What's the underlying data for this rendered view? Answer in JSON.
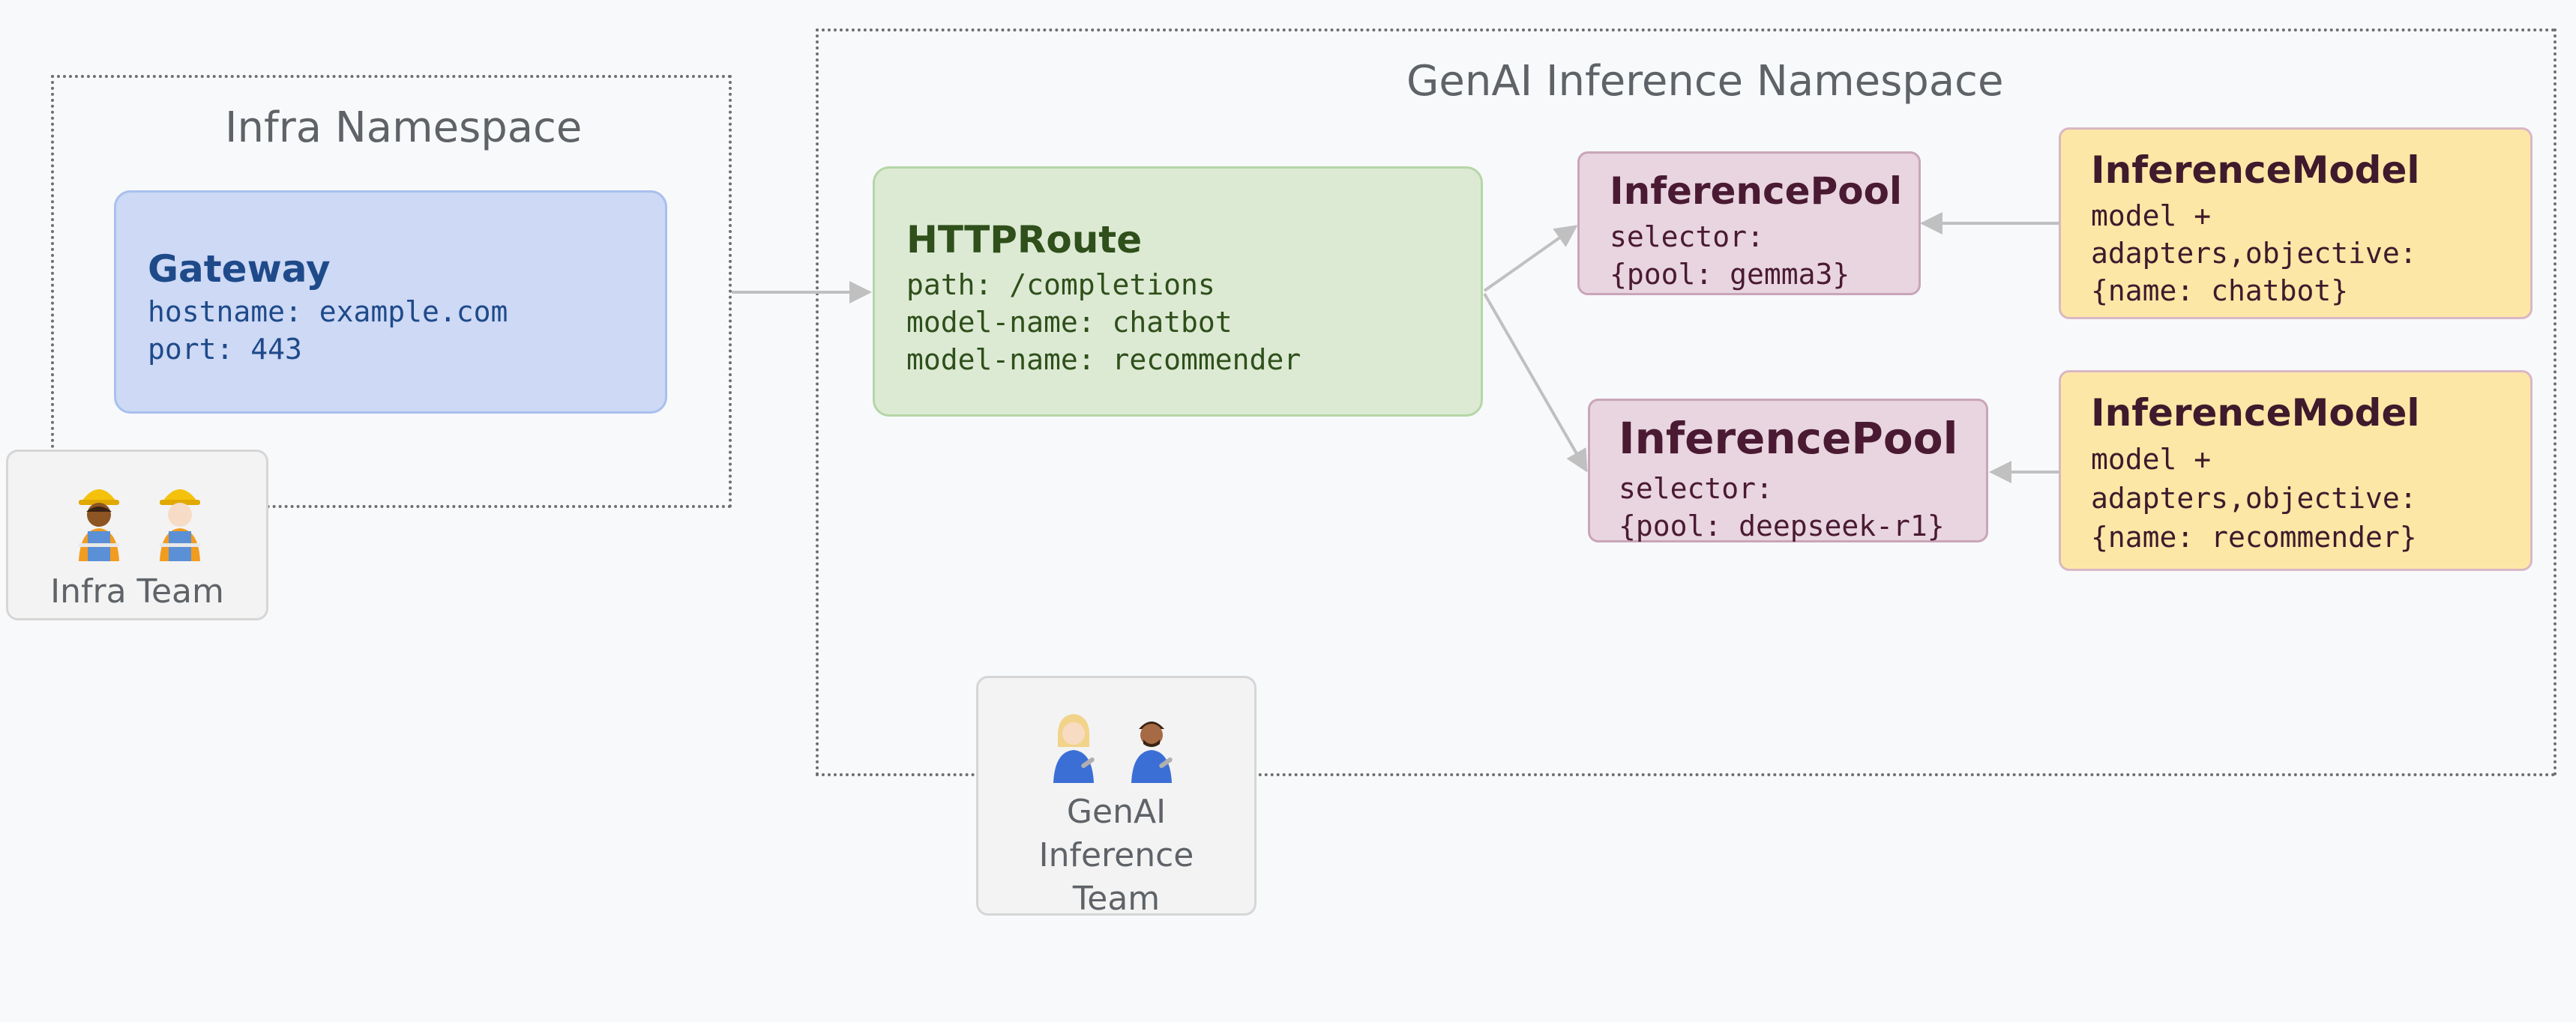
{
  "namespaces": {
    "infra": {
      "title": "Infra Namespace"
    },
    "genai": {
      "title": "GenAI Inference Namespace"
    }
  },
  "gateway": {
    "title": "Gateway",
    "lines": [
      "hostname: example.com",
      "port: 443"
    ]
  },
  "httproute": {
    "title": "HTTPRoute",
    "lines": [
      "path: /completions",
      "model-name: chatbot",
      "model-name: recommender"
    ]
  },
  "pools": [
    {
      "title": "InferencePool",
      "lines": [
        "selector:",
        "{pool: gemma3}"
      ]
    },
    {
      "title": "InferencePool",
      "lines": [
        "selector:",
        "{pool: deepseek-r1}"
      ]
    }
  ],
  "models": [
    {
      "title": "InferenceModel",
      "lines": [
        "model +",
        "adapters,objective:",
        "{name: chatbot}"
      ]
    },
    {
      "title": "InferenceModel",
      "lines": [
        "model +",
        "adapters,objective:",
        "{name: recommender}"
      ]
    }
  ],
  "teams": {
    "infra": {
      "label": "Infra Team",
      "icons": [
        "construction-worker-woman-icon",
        "construction-worker-man-icon"
      ]
    },
    "genai": {
      "label_lines": [
        "GenAI",
        "Inference",
        "Team"
      ],
      "icons": [
        "mechanic-woman-icon",
        "mechanic-man-icon"
      ]
    }
  },
  "colors": {
    "gateway_fill": "#cdd9f5",
    "gateway_border": "#a9bfee",
    "gateway_text": "#1f4a8a",
    "route_fill": "#dcead3",
    "route_border": "#b5d6a7",
    "route_text": "#2f4f1b",
    "pool_fill": "#e8d5df",
    "pool_border": "#c9a5b8",
    "pool_text": "#4a1a33",
    "model_fill": "#fde7a6",
    "model_border": "#d9b7c4",
    "model_text": "#3e1a2c",
    "arrow": "#c0c0c0"
  }
}
